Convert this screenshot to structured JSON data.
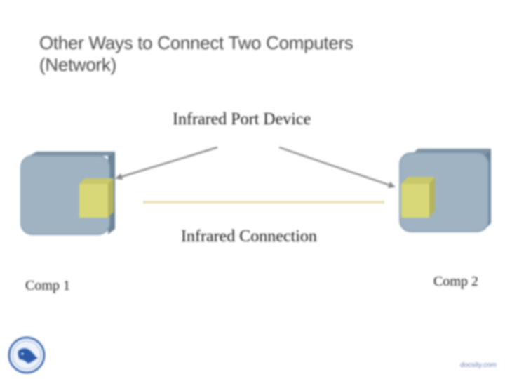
{
  "slide": {
    "title": "Other Ways to Connect Two Computers (Network)",
    "footer_site": "docsity.com"
  },
  "diagram": {
    "label_port_device": "Infrared Port Device",
    "label_connection": "Infrared Connection",
    "label_computer_1": "Comp 1",
    "label_computer_2": "Comp 2"
  },
  "colors": {
    "computer_face": "#9fb3c3",
    "computer_top": "#7d93a5",
    "computer_side": "#6d8496",
    "port_face": "#d9d879",
    "port_side": "#b5b35c",
    "connection_line": "#e9d9a8",
    "arrow": "#8a8a8a",
    "logo": "#2c5aa8"
  }
}
